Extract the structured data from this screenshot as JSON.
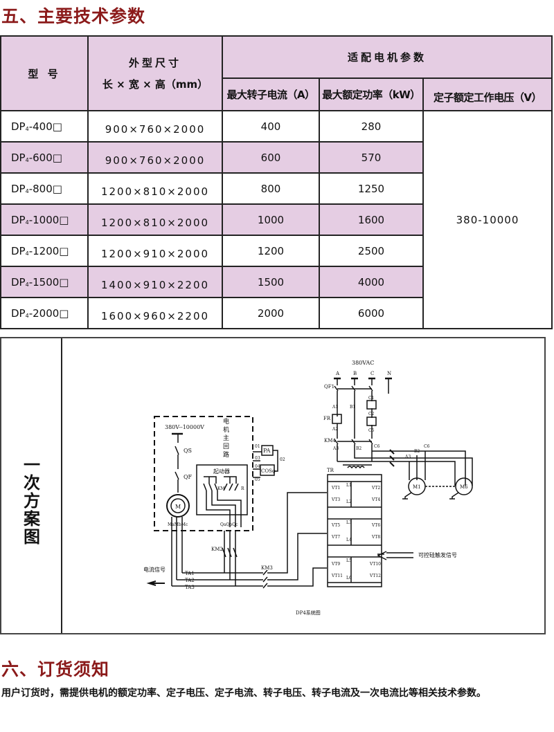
{
  "section5": {
    "title": "五、主要技术参数"
  },
  "table": {
    "headers": {
      "model": "型  号",
      "dimensions_line1": "外型尺寸",
      "dimensions_line2": "长 × 宽 × 高（mm）",
      "motor_params": "适配电机参数",
      "max_rotor_current": "最大转子电流（A）",
      "max_rated_power": "最大额定功率（kW）",
      "stator_voltage": "定子额定工作电压（V）"
    },
    "rows": [
      {
        "model_prefix": "DP",
        "model_sub": "4",
        "model_suffix": "-400□",
        "dimensions": "900×760×2000",
        "current": "400",
        "power": "280"
      },
      {
        "model_prefix": "DP",
        "model_sub": "4",
        "model_suffix": "-600□",
        "dimensions": "900×760×2000",
        "current": "600",
        "power": "570"
      },
      {
        "model_prefix": "DP",
        "model_sub": "4",
        "model_suffix": "-800□",
        "dimensions": "1200×810×2000",
        "current": "800",
        "power": "1250"
      },
      {
        "model_prefix": "DP",
        "model_sub": "4",
        "model_suffix": "-1000□",
        "dimensions": "1200×810×2000",
        "current": "1000",
        "power": "1600"
      },
      {
        "model_prefix": "DP",
        "model_sub": "4",
        "model_suffix": "-1200□",
        "dimensions": "1200×910×2000",
        "current": "1200",
        "power": "2500"
      },
      {
        "model_prefix": "DP",
        "model_sub": "4",
        "model_suffix": "-1500□",
        "dimensions": "1400×910×2200",
        "current": "1500",
        "power": "4000"
      },
      {
        "model_prefix": "DP",
        "model_sub": "4",
        "model_suffix": "-2000□",
        "dimensions": "1600×960×2200",
        "current": "2000",
        "power": "6000"
      }
    ],
    "stator_voltage_value": "380-10000"
  },
  "scheme": {
    "label": "一次方案图",
    "labels": {
      "supply_left": "380V--10000V",
      "main_loop": [
        "电",
        "机",
        "主",
        "回",
        "路"
      ],
      "qs": "QS",
      "qf": "QF",
      "motor": "M",
      "motor_terminals": "MaMbMc",
      "starter": "起动器",
      "km": "KM",
      "r": "R",
      "q_terminals": "QaQbQc",
      "pa": "PA",
      "cos": "COSφ",
      "t01": "01",
      "t03": "03",
      "t04": "04",
      "t05": "05",
      "t02": "02",
      "km2": "KM2",
      "km3": "KM3",
      "current_signal": "电流信号",
      "ta1": "TA1",
      "ta2": "TA2",
      "ta3": "TA3",
      "supply_right": "380VAC",
      "phase_a": "A",
      "phase_b": "B",
      "phase_c": "C",
      "phase_n": "N",
      "qf1": "QF1",
      "fr": "FR",
      "a1": "A1",
      "a2": "A2",
      "a3": "A3",
      "b1": "B1",
      "b2": "B2",
      "c1": "C1",
      "c2": "C2",
      "c5": "C5",
      "c6": "C6",
      "km4": "KM4",
      "tr": "TR",
      "vt": [
        "VT1",
        "VT2",
        "VT3",
        "VT4",
        "VT5",
        "VT6",
        "VT7",
        "VT8",
        "VT9",
        "VT10",
        "VT11",
        "VT12"
      ],
      "l": [
        "L1",
        "L2",
        "L3",
        "L4",
        "L5",
        "L6"
      ],
      "m1": "M1",
      "m6": "M6",
      "scr_trigger": "可控硅触发信号",
      "caption": "DP4系统图"
    }
  },
  "section6": {
    "title": "六、订货须知",
    "note": "用户订货时，需提供电机的额定功率、定子电压、定子电流、转子电压、转子电流及一次电流比等相关技术参数。"
  }
}
